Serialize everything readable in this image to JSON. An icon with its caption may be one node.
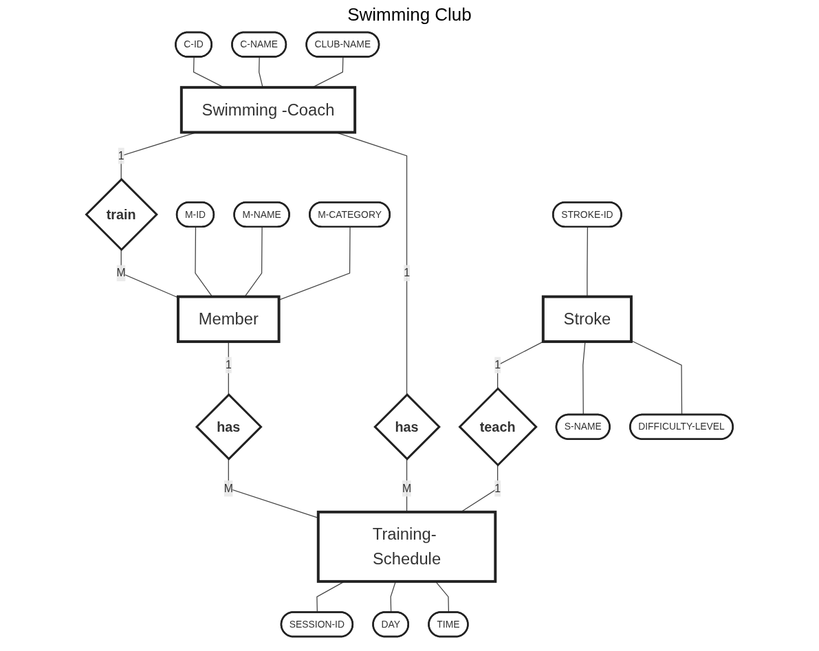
{
  "diagram": {
    "title": "Swimming Club",
    "nodes": [
      {
        "text": [
          "C-ID"
        ]
      },
      {
        "text": [
          "C-NAME"
        ]
      },
      {
        "text": [
          "CLUB-NAME"
        ]
      },
      {
        "text": [
          "Swimming -Coach"
        ]
      },
      {
        "text": [
          "train"
        ]
      },
      {
        "text": [
          "M-ID"
        ]
      },
      {
        "text": [
          "M-NAME"
        ]
      },
      {
        "text": [
          "M-CATEGORY"
        ]
      },
      {
        "text": [
          "Member"
        ]
      },
      {
        "text": [
          "has"
        ]
      },
      {
        "text": [
          "has"
        ]
      },
      {
        "text": [
          "STROKE-ID"
        ]
      },
      {
        "text": [
          "Stroke"
        ]
      },
      {
        "text": [
          "teach"
        ]
      },
      {
        "text": [
          "Training- Schedule"
        ]
      },
      {
        "text": [
          "S-NAME"
        ]
      },
      {
        "text": [
          "DIFFICULTY-LEVEL"
        ]
      },
      {
        "text": [
          "SESSION-ID"
        ]
      },
      {
        "text": [
          "DAY"
        ]
      },
      {
        "text": [
          "TIME"
        ]
      }
    ],
    "edges": [
      {
        "from": 0,
        "to": 3,
        "arrow": "none"
      },
      {
        "from": 1,
        "to": 3,
        "arrow": "none"
      },
      {
        "from": 2,
        "to": 3,
        "arrow": "none"
      },
      {
        "from": 3,
        "to": 4,
        "arrow": "none",
        "label": "1"
      },
      {
        "from": 4,
        "to": 8,
        "arrow": "none",
        "label": "M"
      },
      {
        "from": 5,
        "to": 8,
        "arrow": "none"
      },
      {
        "from": 6,
        "to": 8,
        "arrow": "none"
      },
      {
        "from": 7,
        "to": 8,
        "arrow": "none"
      },
      {
        "from": 8,
        "to": 9,
        "arrow": "none",
        "label": "1"
      },
      {
        "from": 9,
        "to": 14,
        "arrow": "none",
        "label": "M"
      },
      {
        "from": 3,
        "to": 10,
        "arrow": "none",
        "label": "1"
      },
      {
        "from": 10,
        "to": 14,
        "arrow": "none",
        "label": "M"
      },
      {
        "from": 11,
        "to": 12,
        "arrow": "none"
      },
      {
        "from": 12,
        "to": 13,
        "arrow": "none",
        "label": "1"
      },
      {
        "from": 13,
        "to": 14,
        "arrow": "none",
        "label": "1"
      },
      {
        "from": 12,
        "to": 15,
        "arrow": "none"
      },
      {
        "from": 12,
        "to": 16,
        "arrow": "none"
      },
      {
        "from": 14,
        "to": 17,
        "arrow": "none"
      },
      {
        "from": 14,
        "to": 18,
        "arrow": "none"
      },
      {
        "from": 14,
        "to": 19,
        "arrow": "none"
      }
    ]
  }
}
